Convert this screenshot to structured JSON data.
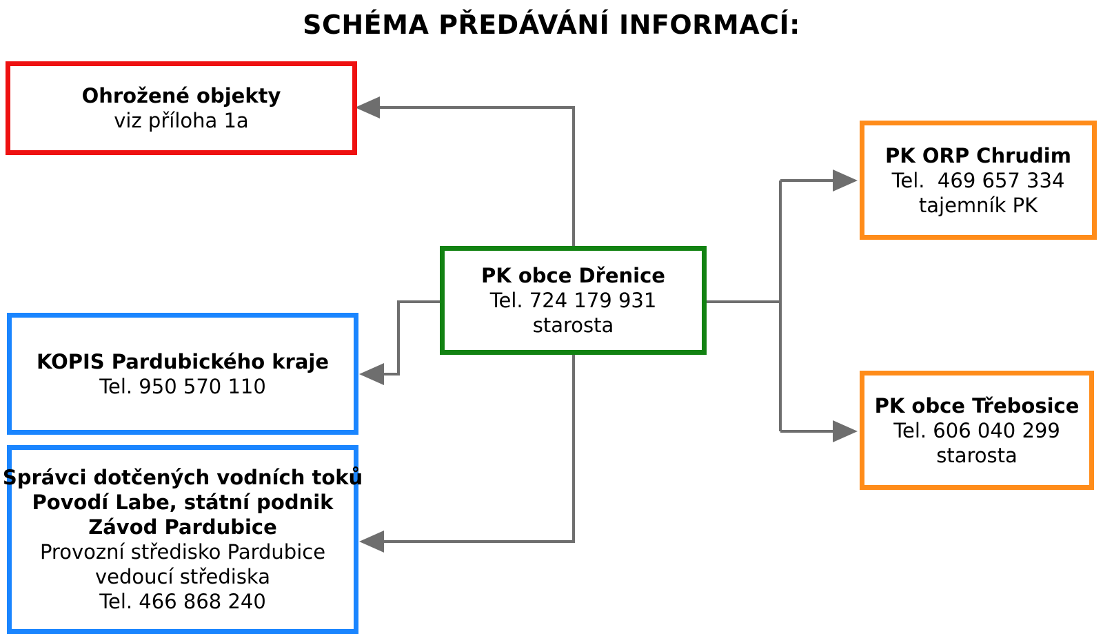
{
  "title": "SCHÉMA PŘEDÁVÁNÍ INFORMACÍ:",
  "colors": {
    "threatened_border": "#ee1111",
    "central_border": "#128212",
    "orp_border": "#ff8c1a",
    "trebosice_border": "#ff8c1a",
    "kopis_border": "#1a85ff",
    "water_border": "#1a85ff",
    "connector": "#6e6e6e"
  },
  "boxes": {
    "threatened": {
      "heading": "Ohrožené objekty",
      "line2": "viz příloha 1a"
    },
    "central": {
      "heading": "PK obce Dřenice",
      "phone": "Tel. 724 179 931",
      "role": "starosta"
    },
    "orp": {
      "heading": "PK ORP Chrudim",
      "phone": "Tel.  469 657 334",
      "role": "tajemník PK"
    },
    "trebosice": {
      "heading": "PK obce Třebosice",
      "phone": "Tel. 606 040 299",
      "role": "starosta"
    },
    "kopis": {
      "heading": "KOPIS Pardubického kraje",
      "phone": "Tel. 950 570 110"
    },
    "water": {
      "heading1": "Správci dotčených vodních toků",
      "heading2": "Povodí Labe, státní podnik",
      "heading3": "Závod Pardubice",
      "line4": "Provozní středisko Pardubice",
      "line5": "vedoucí střediska",
      "phone": "Tel. 466 868 240"
    }
  }
}
